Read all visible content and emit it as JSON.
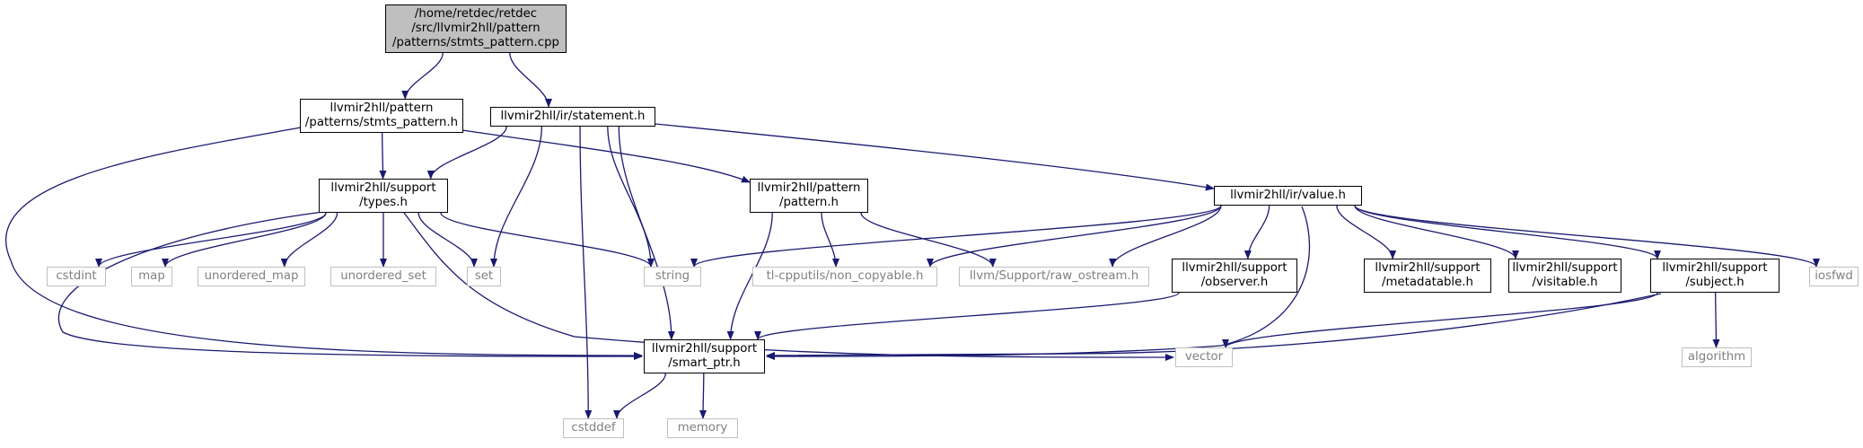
{
  "colors": {
    "edge": "#191970",
    "root_fill": "#bfbfbf",
    "doc_border": "#000000",
    "ext_border": "#bfbfbf",
    "ext_text": "#808080"
  },
  "nodes": [
    {
      "id": "root",
      "kind": "root",
      "label": "/home/retdec/retdec\n/src/llvmir2hll/pattern\n/patterns/stmts_pattern.cpp"
    },
    {
      "id": "stmts_h",
      "kind": "doc",
      "label": "llvmir2hll/pattern\n/patterns/stmts_pattern.h"
    },
    {
      "id": "statement_h",
      "kind": "doc",
      "label": "llvmir2hll/ir/statement.h"
    },
    {
      "id": "types_h",
      "kind": "doc",
      "label": "llvmir2hll/support\n/types.h"
    },
    {
      "id": "pattern_h",
      "kind": "doc",
      "label": "llvmir2hll/pattern\n/pattern.h"
    },
    {
      "id": "value_h",
      "kind": "doc",
      "label": "llvmir2hll/ir/value.h"
    },
    {
      "id": "cstdint",
      "kind": "ext",
      "label": "cstdint"
    },
    {
      "id": "map",
      "kind": "ext",
      "label": "map"
    },
    {
      "id": "unordered_map",
      "kind": "ext",
      "label": "unordered_map"
    },
    {
      "id": "unordered_set",
      "kind": "ext",
      "label": "unordered_set"
    },
    {
      "id": "set",
      "kind": "ext",
      "label": "set"
    },
    {
      "id": "string",
      "kind": "ext",
      "label": "string"
    },
    {
      "id": "non_copyable",
      "kind": "ext",
      "label": "tl-cpputils/non_copyable.h"
    },
    {
      "id": "raw_ostream",
      "kind": "ext",
      "label": "llvm/Support/raw_ostream.h"
    },
    {
      "id": "observer_h",
      "kind": "doc",
      "label": "llvmir2hll/support\n/observer.h"
    },
    {
      "id": "metadatable_h",
      "kind": "doc",
      "label": "llvmir2hll/support\n/metadatable.h"
    },
    {
      "id": "visitable_h",
      "kind": "doc",
      "label": "llvmir2hll/support\n/visitable.h"
    },
    {
      "id": "subject_h",
      "kind": "doc",
      "label": "llvmir2hll/support\n/subject.h"
    },
    {
      "id": "iosfwd",
      "kind": "ext",
      "label": "iosfwd"
    },
    {
      "id": "smart_ptr_h",
      "kind": "doc",
      "label": "llvmir2hll/support\n/smart_ptr.h"
    },
    {
      "id": "vector",
      "kind": "ext",
      "label": "vector"
    },
    {
      "id": "algorithm",
      "kind": "ext",
      "label": "algorithm"
    },
    {
      "id": "cstddef",
      "kind": "ext",
      "label": "cstddef"
    },
    {
      "id": "memory",
      "kind": "ext",
      "label": "memory"
    }
  ],
  "edges": [
    {
      "from": "root",
      "to": "stmts_h"
    },
    {
      "from": "root",
      "to": "statement_h"
    },
    {
      "from": "stmts_h",
      "to": "types_h"
    },
    {
      "from": "stmts_h",
      "to": "pattern_h"
    },
    {
      "from": "stmts_h",
      "to": "smart_ptr_h"
    },
    {
      "from": "statement_h",
      "to": "types_h"
    },
    {
      "from": "statement_h",
      "to": "value_h"
    },
    {
      "from": "statement_h",
      "to": "set"
    },
    {
      "from": "statement_h",
      "to": "string"
    },
    {
      "from": "statement_h",
      "to": "smart_ptr_h"
    },
    {
      "from": "statement_h",
      "to": "cstddef"
    },
    {
      "from": "types_h",
      "to": "cstdint"
    },
    {
      "from": "types_h",
      "to": "map"
    },
    {
      "from": "types_h",
      "to": "unordered_map"
    },
    {
      "from": "types_h",
      "to": "unordered_set"
    },
    {
      "from": "types_h",
      "to": "set"
    },
    {
      "from": "types_h",
      "to": "string"
    },
    {
      "from": "types_h",
      "to": "vector"
    },
    {
      "from": "types_h",
      "to": "smart_ptr_h"
    },
    {
      "from": "pattern_h",
      "to": "smart_ptr_h"
    },
    {
      "from": "pattern_h",
      "to": "non_copyable"
    },
    {
      "from": "pattern_h",
      "to": "raw_ostream"
    },
    {
      "from": "value_h",
      "to": "string"
    },
    {
      "from": "value_h",
      "to": "non_copyable"
    },
    {
      "from": "value_h",
      "to": "raw_ostream"
    },
    {
      "from": "value_h",
      "to": "observer_h"
    },
    {
      "from": "value_h",
      "to": "metadatable_h"
    },
    {
      "from": "value_h",
      "to": "visitable_h"
    },
    {
      "from": "value_h",
      "to": "subject_h"
    },
    {
      "from": "value_h",
      "to": "iosfwd"
    },
    {
      "from": "value_h",
      "to": "smart_ptr_h"
    },
    {
      "from": "observer_h",
      "to": "smart_ptr_h"
    },
    {
      "from": "subject_h",
      "to": "smart_ptr_h"
    },
    {
      "from": "subject_h",
      "to": "vector"
    },
    {
      "from": "subject_h",
      "to": "algorithm"
    },
    {
      "from": "smart_ptr_h",
      "to": "cstddef"
    },
    {
      "from": "smart_ptr_h",
      "to": "memory"
    }
  ]
}
